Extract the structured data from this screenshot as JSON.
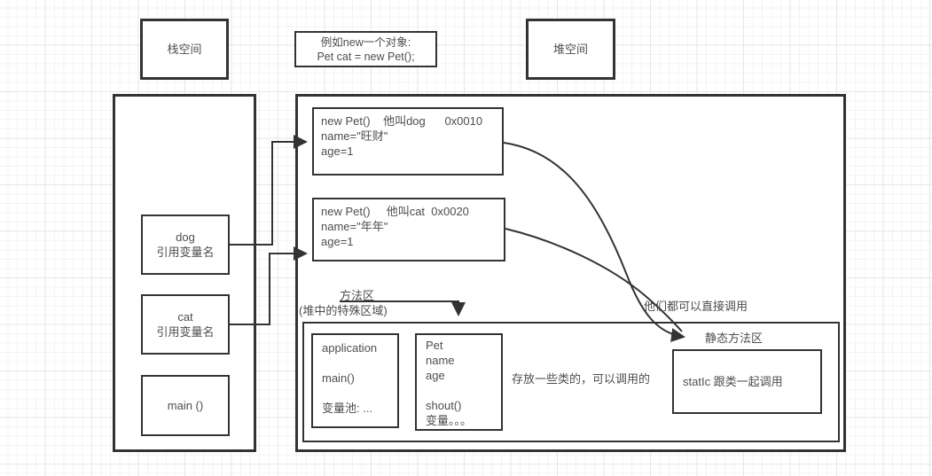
{
  "labels": {
    "stack_space": "栈空间",
    "heap_space": "堆空间",
    "example": "例如new一个对象:\nPet cat = new Pet();"
  },
  "stack": {
    "dog_ref": "dog\n引用变量名",
    "cat_ref": "cat\n引用变量名",
    "main_frame": "main ()"
  },
  "heap": {
    "dog_object": "new Pet()    他叫dog      0x0010\nname=\"旺财\"\nage=1",
    "cat_object": "new Pet()     他叫cat  0x0020\nname=\"年年\"\nage=1",
    "method_area": {
      "label": "方法区",
      "sublabel": "(堆中的特殊区域)",
      "application_class": "application\n\nmain()\n\n变量池: ...",
      "pet_class": "Pet\nname\nage\n\nshout()\n变量。。。",
      "note": "存放一些类的，可以调用的",
      "direct_call_note": "他们都可以直接调用",
      "static_area_label": "静态方法区",
      "static_box": "statIc 跟类一起调用"
    }
  },
  "colors": {
    "line": "#333333",
    "text": "#4d4d4d",
    "background": "#ffffff",
    "grid_minor": "#f3f3f3",
    "grid_major": "#e6e6e6"
  }
}
